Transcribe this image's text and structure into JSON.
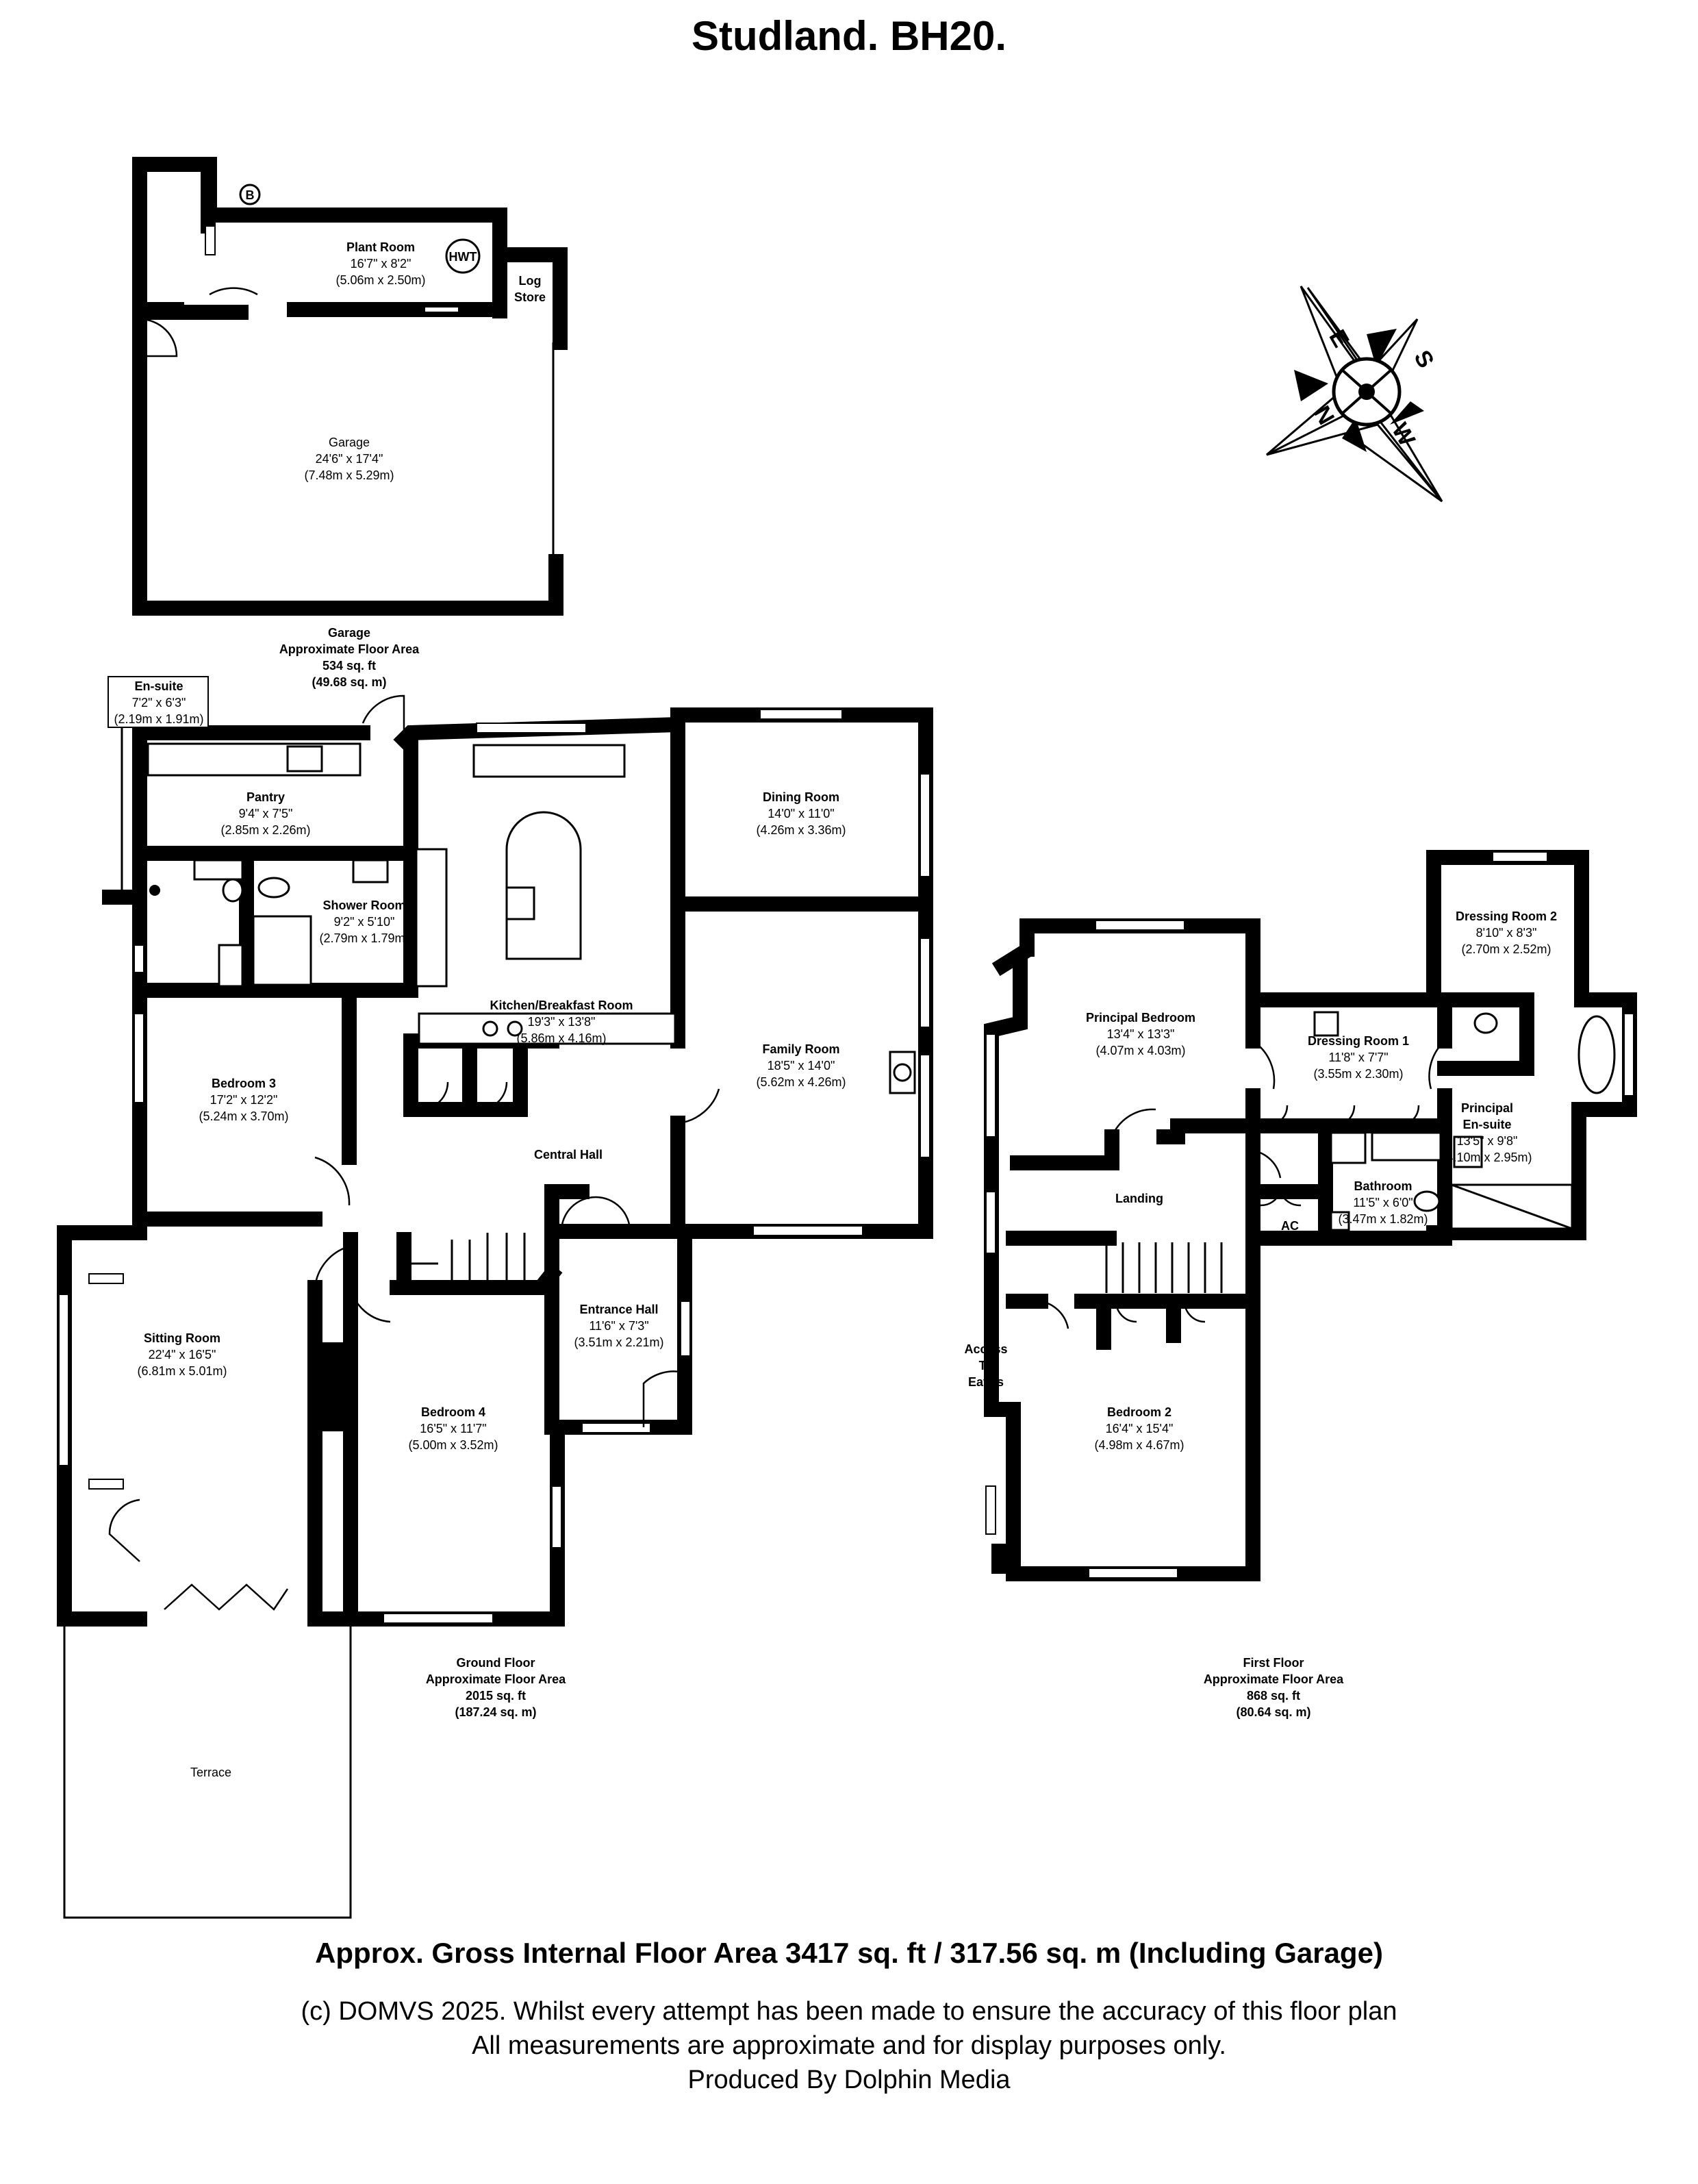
{
  "title": "Studland. BH20.",
  "rooms": {
    "plant_room": {
      "name": "Plant Room",
      "imperial": "16'7\" x 8'2\"",
      "metric": "(5.06m x 2.50m)"
    },
    "log_store": {
      "line1": "Log",
      "line2": "Store"
    },
    "garage": {
      "name": "Garage",
      "imperial": "24'6\" x 17'4\"",
      "metric": "(7.48m x 5.29m)"
    },
    "ensuite": {
      "name": "En-suite",
      "imperial": "7'2\" x 6'3\"",
      "metric": "(2.19m x 1.91m)"
    },
    "pantry": {
      "name": "Pantry",
      "imperial": "9'4\" x 7'5\"",
      "metric": "(2.85m x 2.26m)"
    },
    "shower_room": {
      "name": "Shower Room",
      "imperial": "9'2\" x 5'10\"",
      "metric": "(2.79m x 1.79m)"
    },
    "kitchen": {
      "name": "Kitchen/Breakfast Room",
      "imperial": "19'3\" x 13'8\"",
      "metric": "(5.86m x 4.16m)"
    },
    "dining_room": {
      "name": "Dining Room",
      "imperial": "14'0\" x 11'0\"",
      "metric": "(4.26m x 3.36m)"
    },
    "family_room": {
      "name": "Family Room",
      "imperial": "18'5\" x 14'0\"",
      "metric": "(5.62m x 4.26m)"
    },
    "bedroom_3": {
      "name": "Bedroom 3",
      "imperial": "17'2\" x 12'2\"",
      "metric": "(5.24m x 3.70m)"
    },
    "central_hall": {
      "name": "Central Hall"
    },
    "sitting_room": {
      "name": "Sitting Room",
      "imperial": "22'4\" x 16'5\"",
      "metric": "(6.81m x 5.01m)"
    },
    "entrance_hall": {
      "name": "Entrance Hall",
      "imperial": "11'6\" x 7'3\"",
      "metric": "(3.51m x 2.21m)"
    },
    "bedroom_4": {
      "name": "Bedroom 4",
      "imperial": "16'5\" x 11'7\"",
      "metric": "(5.00m x 3.52m)"
    },
    "terrace": {
      "name": "Terrace"
    },
    "principal_bedroom": {
      "name": "Principal Bedroom",
      "imperial": "13'4\" x 13'3\"",
      "metric": "(4.07m x 4.03m)"
    },
    "dressing_room_1": {
      "name": "Dressing Room 1",
      "imperial": "11'8\" x 7'7\"",
      "metric": "(3.55m x 2.30m)"
    },
    "dressing_room_2": {
      "name": "Dressing Room 2",
      "imperial": "8'10\" x 8'3\"",
      "metric": "(2.70m x 2.52m)"
    },
    "principal_ensuite": {
      "name1": "Principal",
      "name2": "En-suite",
      "imperial": "13'5\" x 9'8\"",
      "metric": "(4.10m x 2.95m)"
    },
    "landing": {
      "name": "Landing"
    },
    "bathroom": {
      "name": "Bathroom",
      "imperial": "11'5\" x 6'0\"",
      "metric": "(3.47m x 1.82m)"
    },
    "ac": {
      "name": "AC"
    },
    "eaves": {
      "line1": "Access",
      "line2": "To",
      "line3": "Eaves"
    },
    "bedroom_2": {
      "name": "Bedroom 2",
      "imperial": "16'4\" x 15'4\"",
      "metric": "(4.98m x 4.67m)"
    }
  },
  "fixtures": {
    "boiler": "B",
    "hot_water": "HWT"
  },
  "compass": {
    "n": "N",
    "e": "E",
    "s": "S",
    "w": "W"
  },
  "areas": {
    "garage": {
      "line1": "Garage",
      "line2": "Approximate Floor Area",
      "line3": "534 sq. ft",
      "line4": "(49.68 sq. m)"
    },
    "ground": {
      "line1": "Ground Floor",
      "line2": "Approximate Floor Area",
      "line3": "2015 sq. ft",
      "line4": "(187.24 sq. m)"
    },
    "first": {
      "line1": "First Floor",
      "line2": "Approximate Floor Area",
      "line3": "868 sq. ft",
      "line4": "(80.64 sq. m)"
    }
  },
  "gross_area": "Approx. Gross Internal Floor Area 3417 sq. ft / 317.56 sq. m (Including Garage)",
  "footer": {
    "line1": "(c) DOMVS 2025. Whilst every attempt has been made to ensure the accuracy of this floor plan",
    "line2": "All measurements are approximate and for display purposes only.",
    "line3": "Produced By Dolphin Media"
  }
}
